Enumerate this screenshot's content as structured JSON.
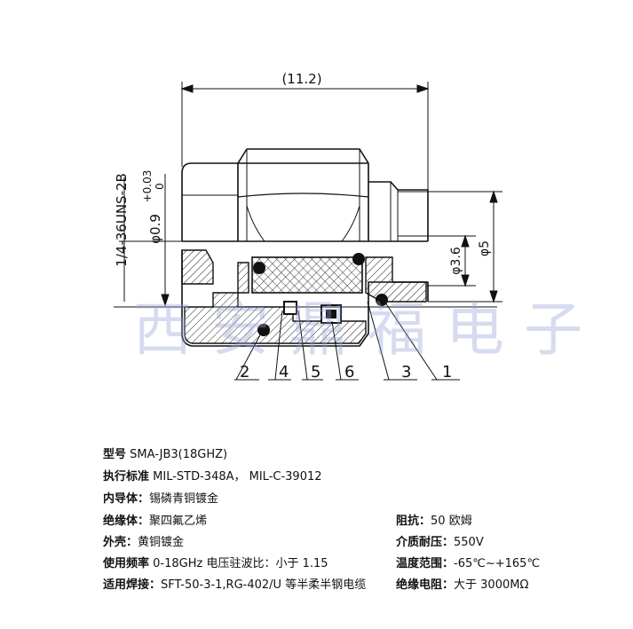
{
  "drawing": {
    "dim_overall": "(11.2)",
    "dim_thread": "1/4-36UNS-2B",
    "dim_pin_dia": "φ0.9",
    "dim_pin_tol_upper": "+0.03",
    "dim_pin_tol_lower": "0",
    "dim_inner_dia": "φ3.6",
    "dim_outer_dia": "φ5",
    "callouts": [
      "2",
      "4",
      "5",
      "6",
      "3",
      "1"
    ]
  },
  "watermark": "西安鼎福电子",
  "specs": {
    "model": {
      "label": "型号",
      "value": " SMA-JB3(18GHZ)"
    },
    "standard": {
      "label": "执行标准",
      "value": " MIL-STD-348A， MIL-C-39012"
    },
    "inner": {
      "label": "内导体：",
      "value": "锡磷青铜镀金"
    },
    "insulator": {
      "label": "绝缘体：",
      "value": "聚四氟乙烯"
    },
    "shell": {
      "label": "外壳：",
      "value": "黄铜镀金"
    },
    "freq": {
      "label": "使用频率",
      "value": " 0-18GHz  电压驻波比：小于 1.15"
    },
    "cable": {
      "label": "适用焊接：",
      "value": "SFT-50-3-1,RG-402/U 等半柔半钢电缆"
    },
    "impedance": {
      "label": "阻抗：",
      "value": "50 欧姆"
    },
    "voltage": {
      "label": "介质耐压：",
      "value": "550V"
    },
    "temp": {
      "label": "温度范围：",
      "value": "-65℃~+165℃"
    },
    "resistance": {
      "label": "绝缘电阻：",
      "value": "大于 3000MΩ"
    }
  }
}
